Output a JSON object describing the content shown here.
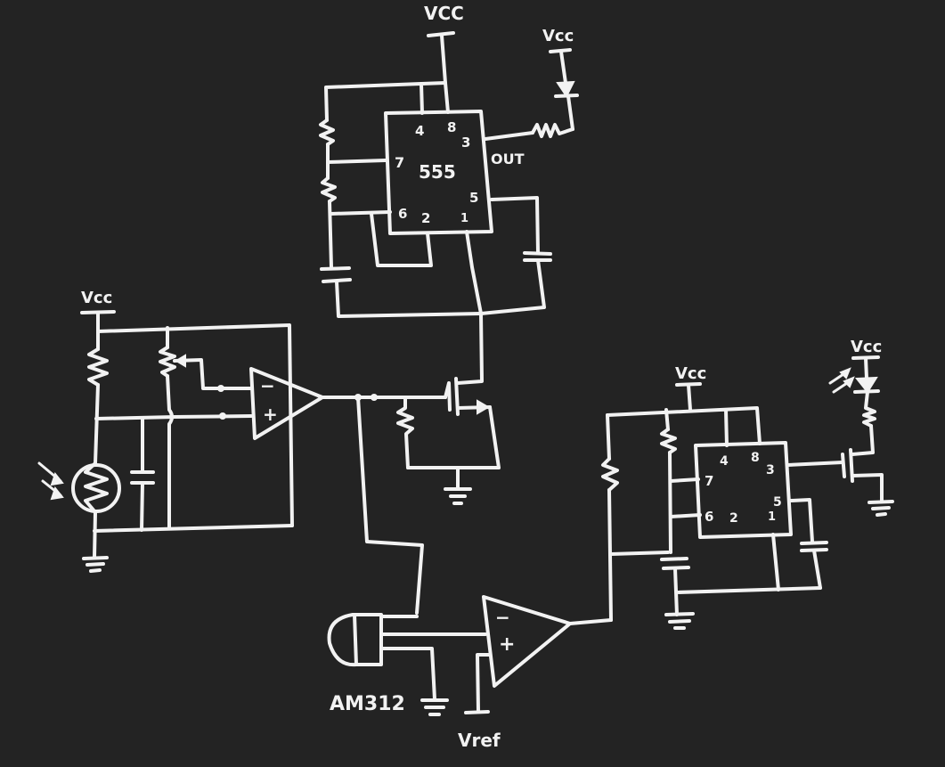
{
  "colors": {
    "background": "#232323",
    "ink": "#f2f2f2"
  },
  "labels": {
    "vcc": "Vcc",
    "vcc_top": "VCC",
    "vref": "Vref",
    "out": "OUT",
    "ic_name": "555",
    "mic_part": "AM312"
  },
  "timer1_pins": {
    "p4": "4",
    "p8": "8",
    "p3": "3",
    "p7": "7",
    "p6": "6",
    "p2": "2",
    "p1": "1",
    "p5": "5"
  },
  "timer2_pins": {
    "p4": "4",
    "p8": "8",
    "p3": "3",
    "p7": "7",
    "p6": "6",
    "p2": "2",
    "p1": "1",
    "p5": "5"
  },
  "opamp_signs": {
    "minus": "−",
    "plus": "+"
  }
}
